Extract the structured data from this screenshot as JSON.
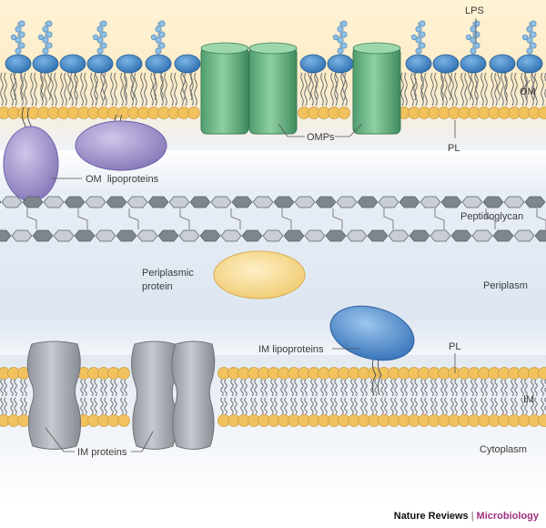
{
  "labels": {
    "lps": "LPS",
    "om": "OM",
    "omps": "OMPs",
    "pl_outer": "PL",
    "om_lipoproteins": "OM  lipoproteins",
    "peptidoglycan": "Peptidoglycan",
    "periplasmic_protein_line1": "Periplasmic",
    "periplasmic_protein_line2": "protein",
    "periplasm": "Periplasm",
    "im_lipoproteins": "IM lipoproteins",
    "pl_inner": "PL",
    "im": "IM",
    "im_proteins": "IM proteins",
    "cytoplasm": "Cytoplasm"
  },
  "footer": {
    "publisher": "Nature Reviews",
    "separator": "|",
    "journal": "Microbiology"
  },
  "colors": {
    "lps_head": "#3a80c4",
    "lps_sugar": "#8dc0e6",
    "om_lipid_head": "#f2c25e",
    "omp": "#5caa78",
    "om_lipoprotein": "#9a8cc6",
    "peptidoglycan_dark": "#7d858d",
    "peptidoglycan_light": "#c8ced4",
    "periplasmic_protein": "#f6d98a",
    "im_lipoprotein": "#3f7fc6",
    "im_protein": "#9ea4aa",
    "im_lipid_head": "#f2c25e"
  }
}
